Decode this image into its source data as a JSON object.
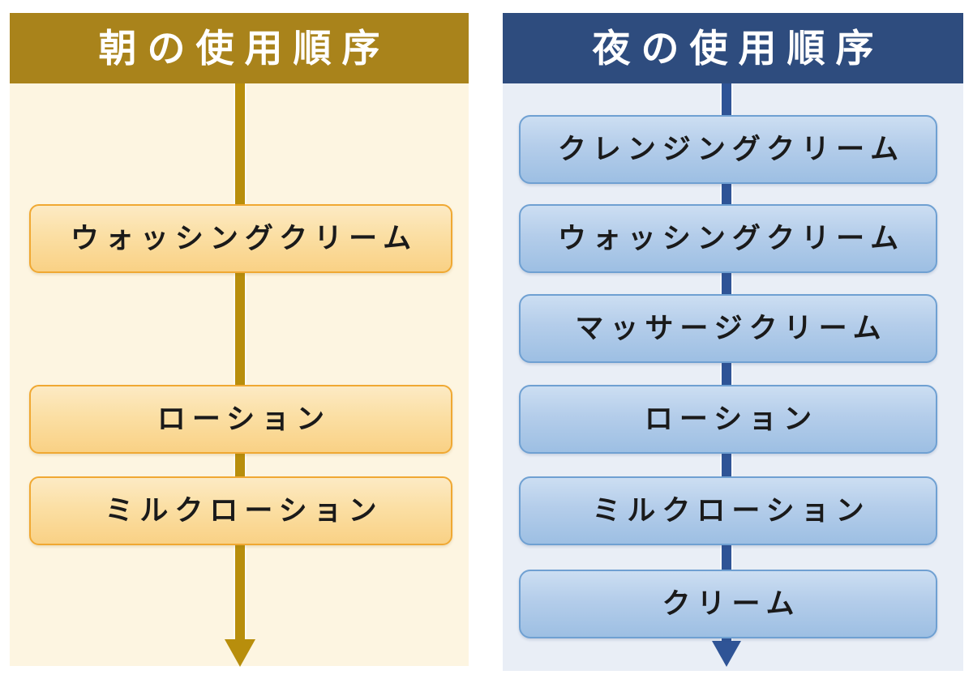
{
  "diagram": {
    "type": "flow-sequence",
    "description_visible_only": "two vertical flowcharts of skincare product usage order"
  },
  "panels": [
    {
      "id": "morning",
      "title": "朝の使用順序",
      "items": [
        {
          "label": "ウォッシングクリーム"
        },
        {
          "label": "ローション"
        },
        {
          "label": "ミルクローション"
        }
      ],
      "arrow_icon": "down-arrow",
      "colors": {
        "header_bg": "#A9831B",
        "body_bg": "#FDF5E1",
        "line": "#B88E0C",
        "box_top": "#FCEAC4",
        "box_bottom": "#F9D185",
        "box_border": "#F0A832",
        "title_text": "#FFFFFF",
        "box_text": "#1A1A1A"
      }
    },
    {
      "id": "night",
      "title": "夜の使用順序",
      "items": [
        {
          "label": "クレンジングクリーム"
        },
        {
          "label": "ウォッシングクリーム"
        },
        {
          "label": "マッサージクリーム"
        },
        {
          "label": "ローション"
        },
        {
          "label": "ミルクローション"
        },
        {
          "label": "クリーム"
        }
      ],
      "arrow_icon": "down-arrow",
      "colors": {
        "header_bg": "#2E4C7E",
        "body_bg": "#E9EEF6",
        "line": "#2F5496",
        "box_top": "#CCDEF2",
        "box_bottom": "#9DBFE3",
        "box_border": "#6FA0D2",
        "title_text": "#FFFFFF",
        "box_text": "#1A1A1A"
      }
    }
  ]
}
